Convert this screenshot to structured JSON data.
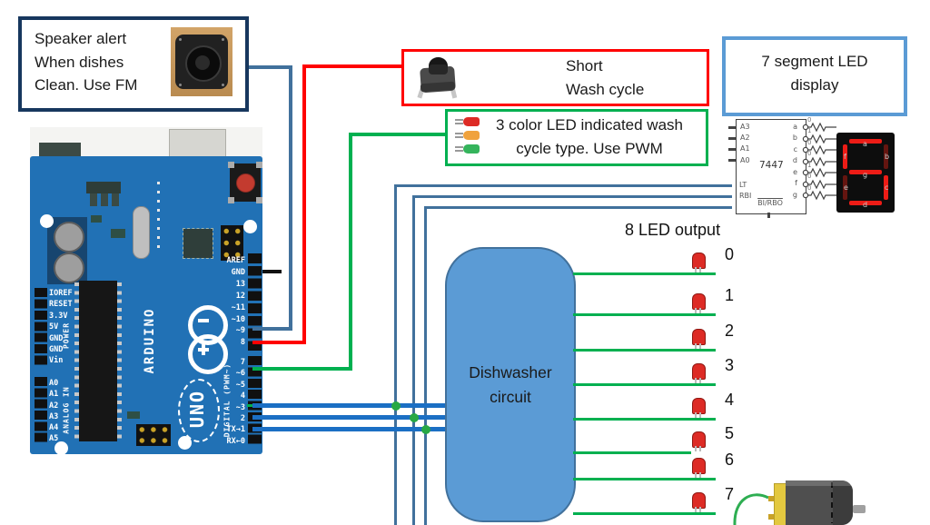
{
  "speaker_box": {
    "line1": "Speaker alert",
    "line2": "When dishes",
    "line3": "Clean. Use FM"
  },
  "button_box": {
    "line1": "Short",
    "line2": "Wash cycle"
  },
  "led_box": {
    "line1": "3 color LED indicated wash",
    "line2": "cycle type. Use PWM"
  },
  "seven_seg_box": {
    "line1": "7 segment LED",
    "line2": "display"
  },
  "arduino": {
    "brand": "ARDUINO",
    "model": "UNO",
    "digital_header_top": [
      "AREF",
      "GND",
      "13",
      "12",
      "~11",
      "~10",
      "~9",
      "8"
    ],
    "digital_header_bottom": [
      "7",
      "~6",
      "~5",
      "4",
      "~3",
      "2",
      "TX→1",
      "RX←0"
    ],
    "digital_label": "DIGITAL (PWM~)",
    "power_pins": [
      "IOREF",
      "RESET",
      "3.3V",
      "5V",
      "GND",
      "GND",
      "Vin"
    ],
    "power_label": "POWER",
    "analog_pins": [
      "A0",
      "A1",
      "A2",
      "A3",
      "A4",
      "A5"
    ],
    "analog_label": "ANALOG IN"
  },
  "decoder": {
    "label": "7447",
    "bottom_label": "BI/RBO",
    "input_pins": [
      "A3",
      "A2",
      "A1",
      "A0"
    ],
    "control_pins": [
      "LT",
      "RBI"
    ],
    "outputs": [
      {
        "pin": "a",
        "value": "0"
      },
      {
        "pin": "b",
        "value": "1"
      },
      {
        "pin": "c",
        "value": "0"
      },
      {
        "pin": "d",
        "value": "0"
      },
      {
        "pin": "e",
        "value": "1"
      },
      {
        "pin": "f",
        "value": "0"
      },
      {
        "pin": "g",
        "value": "0"
      }
    ]
  },
  "segment_display": {
    "labels": [
      "a",
      "b",
      "c",
      "d",
      "e",
      "f",
      "g"
    ],
    "lit_segments": [
      "a",
      "c",
      "d",
      "f",
      "g"
    ]
  },
  "dishwasher": {
    "line1": "Dishwasher",
    "line2": "circuit"
  },
  "led_output": {
    "title": "8 LED output",
    "labels": [
      "0",
      "1",
      "2",
      "3",
      "4",
      "5",
      "6",
      "7"
    ]
  },
  "colors": {
    "speaker_box_border": "#17375E",
    "button_box_border": "#FF0000",
    "led_box_border": "#00B050",
    "seven_seg_box_border": "#5B9BD5",
    "dishwasher_fill": "#5B9BD5",
    "dishwasher_border": "#41719C",
    "arduino_blue": "#2171B5",
    "wire_steel_blue": "#41719C",
    "wire_bright_blue": "#1B6FC4",
    "wire_red": "#FF0000",
    "wire_green": "#00B050",
    "led_red": "#DD2B25",
    "led_amber": "#F0A23C",
    "led_green": "#35B45C",
    "segment_lit": "#ED1C16"
  }
}
